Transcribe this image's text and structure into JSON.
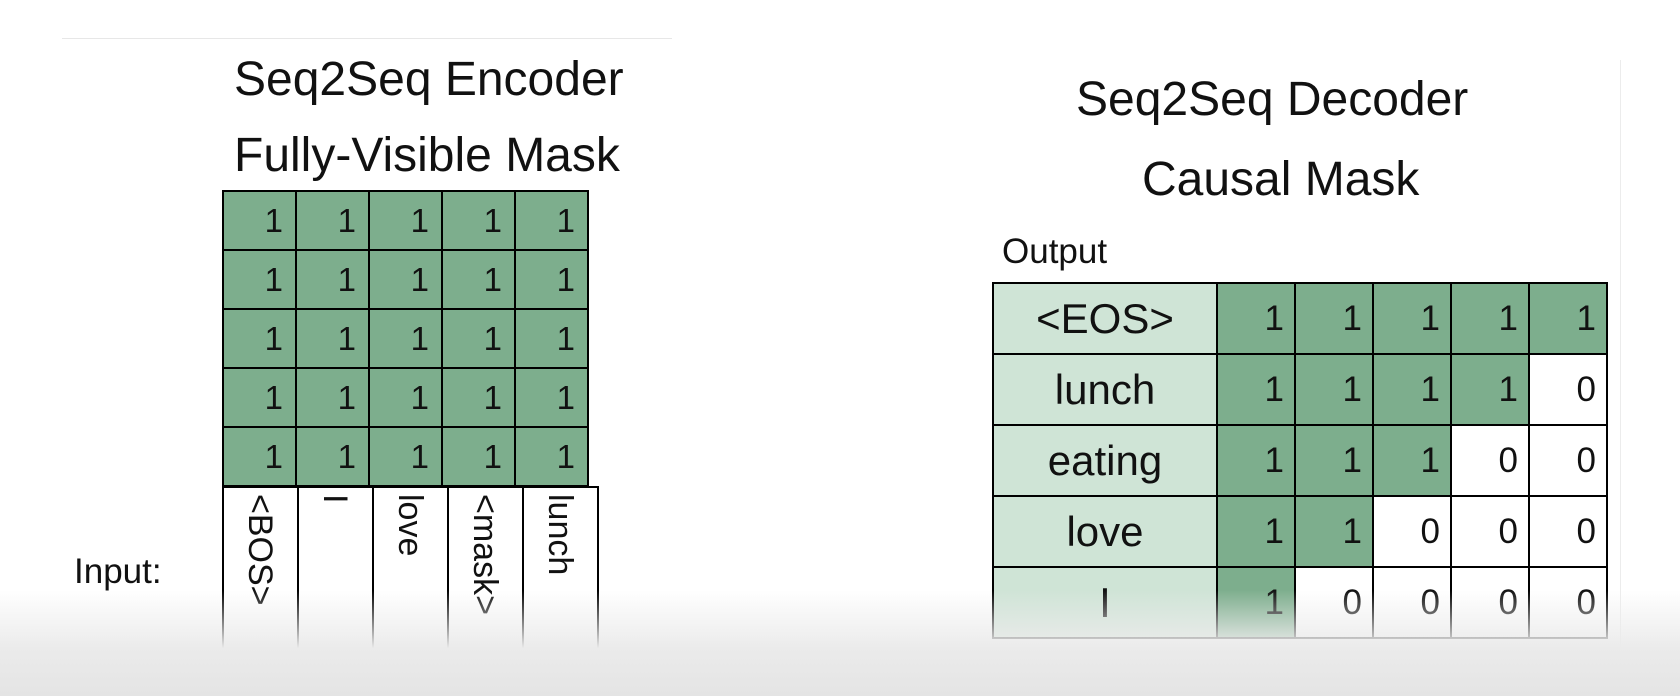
{
  "encoder": {
    "title_line1": "Seq2Seq Encoder",
    "title_line2": "Fully-Visible Mask",
    "input_label": "Input:",
    "tokens": [
      "<BOS>",
      "I",
      "love",
      "<mask>",
      "lunch"
    ],
    "mask": [
      [
        "1",
        "1",
        "1",
        "1",
        "1"
      ],
      [
        "1",
        "1",
        "1",
        "1",
        "1"
      ],
      [
        "1",
        "1",
        "1",
        "1",
        "1"
      ],
      [
        "1",
        "1",
        "1",
        "1",
        "1"
      ],
      [
        "1",
        "1",
        "1",
        "1",
        "1"
      ]
    ]
  },
  "decoder": {
    "title_line1": "Seq2Seq Decoder",
    "title_line2": "Causal Mask",
    "output_label": "Output",
    "rows": [
      {
        "token": "<EOS>",
        "values": [
          "1",
          "1",
          "1",
          "1",
          "1"
        ]
      },
      {
        "token": "lunch",
        "values": [
          "1",
          "1",
          "1",
          "1",
          "0"
        ]
      },
      {
        "token": "eating",
        "values": [
          "1",
          "1",
          "1",
          "0",
          "0"
        ]
      },
      {
        "token": "love",
        "values": [
          "1",
          "1",
          "0",
          "0",
          "0"
        ]
      },
      {
        "token": "I",
        "values": [
          "1",
          "0",
          "0",
          "0",
          "0"
        ]
      }
    ]
  },
  "colors": {
    "mask_on": "#7dae8d",
    "token_cell": "#cfe4d6",
    "mask_off": "#ffffff"
  }
}
